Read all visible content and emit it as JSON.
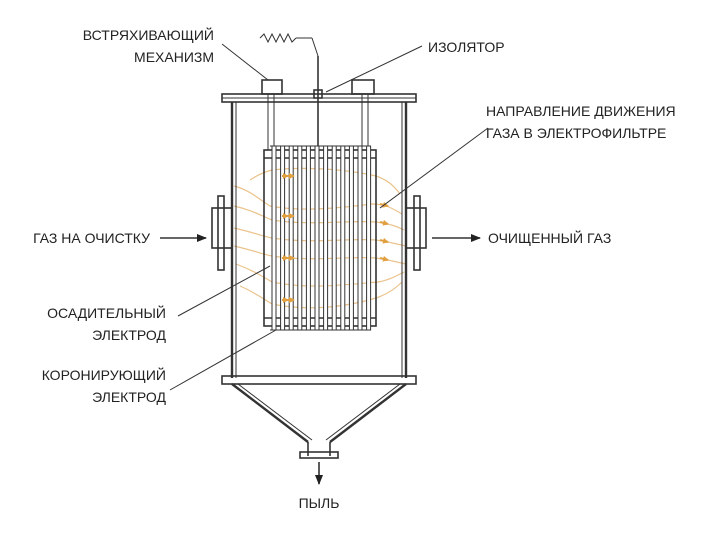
{
  "labels": {
    "shaker_line1": "ВСТРЯХИВАЮЩИЙ",
    "shaker_line2": "МЕХАНИЗМ",
    "insulator": "ИЗОЛЯТОР",
    "gas_direction_line1": "НАПРАВЛЕНИЕ ДВИЖЕНИЯ",
    "gas_direction_line2": "ГАЗА В ЭЛЕКТРОФИЛЬТРЕ",
    "gas_in": "ГАЗ НА ОЧИСТКУ",
    "gas_out": "ОЧИЩЕННЫЙ ГАЗ",
    "collecting_line1": "ОСАДИТЕЛЬНЫЙ",
    "collecting_line2": "ЭЛЕКТРОД",
    "corona_line1": "КОРОНИРУЮЩИЙ",
    "corona_line2": "ЭЛЕКТРОД",
    "dust": "ПЫЛЬ"
  },
  "colors": {
    "line": "#333333",
    "gas_flow": "#e8b878",
    "arrow_mark": "#e0a040"
  }
}
